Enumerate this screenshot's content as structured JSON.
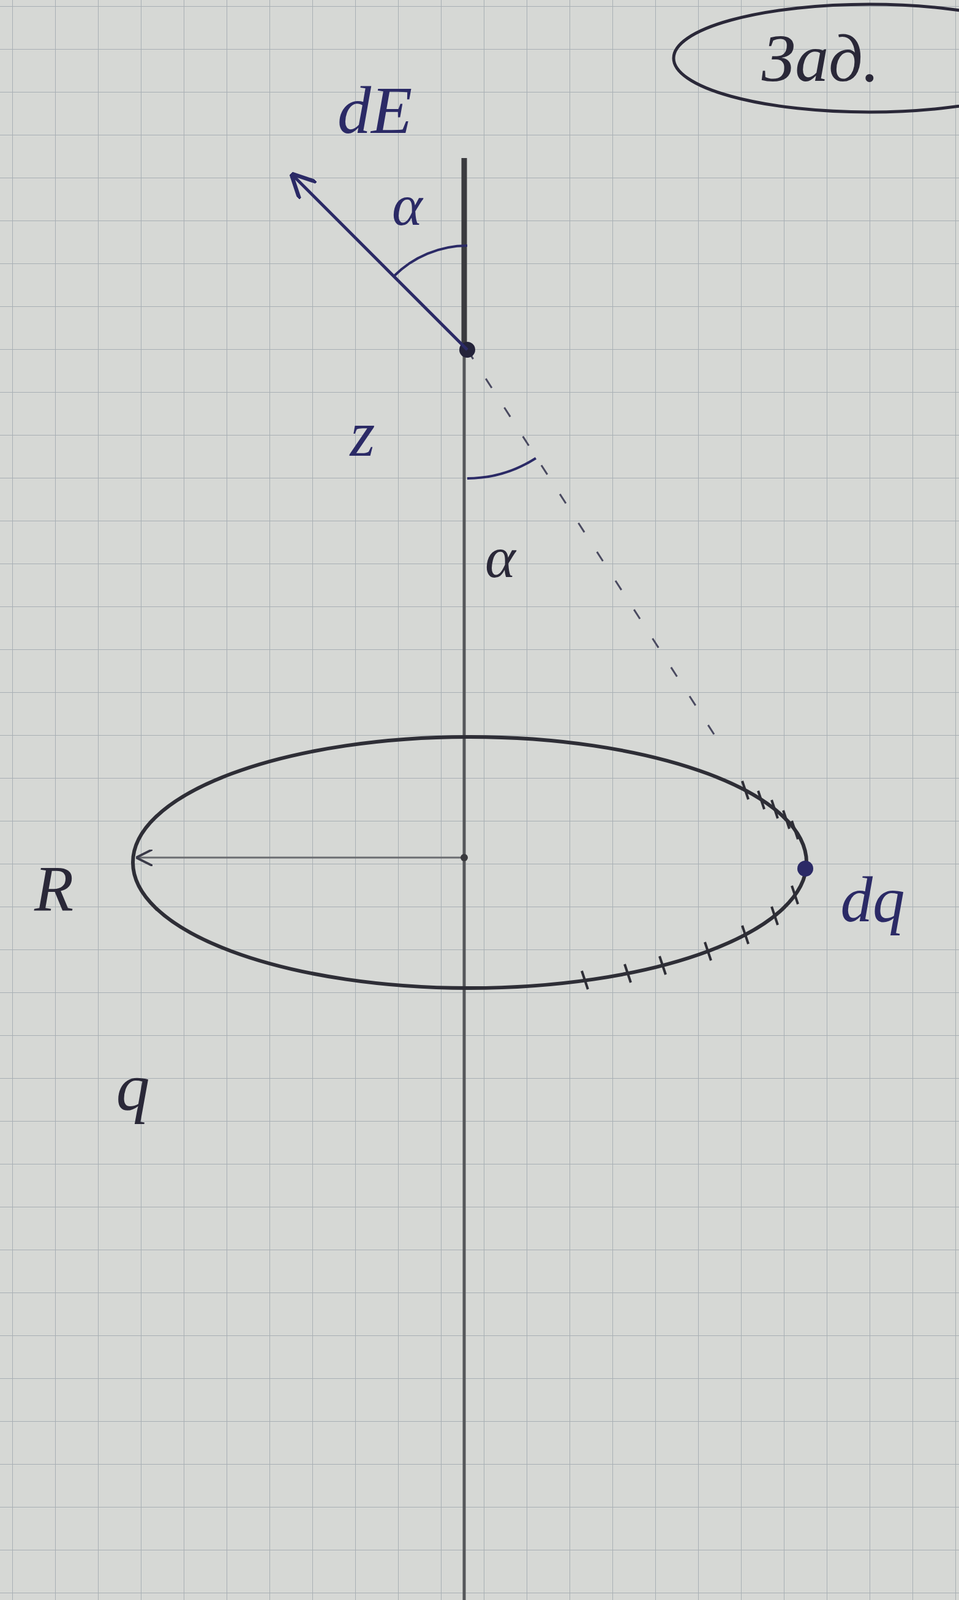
{
  "diagram": {
    "labels": [
      "Зад.",
      "dE⃗",
      "α",
      "z",
      "α",
      "R",
      "q",
      "dq"
    ]
  }
}
